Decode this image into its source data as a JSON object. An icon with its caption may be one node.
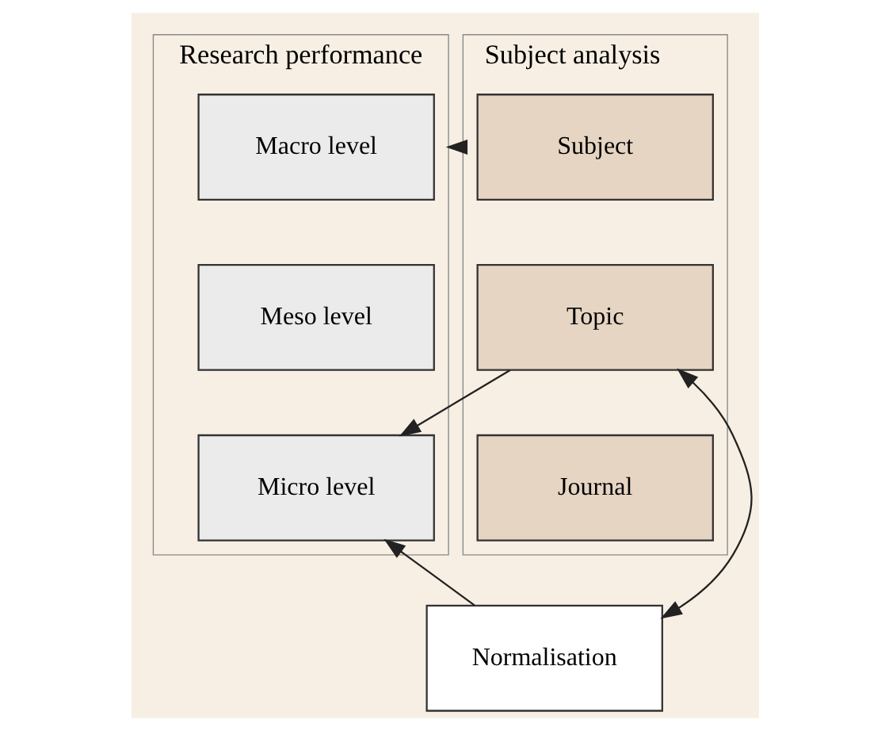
{
  "diagram": {
    "nodes": [
      {
        "text": [
          "Research performance"
        ]
      },
      {
        "text": [
          "Macro level"
        ],
        "in": 0
      },
      {
        "text": [
          "Meso level"
        ],
        "in": 0
      },
      {
        "text": [
          "Micro level"
        ],
        "in": 0
      },
      {
        "text": [
          "Subject analysis"
        ]
      },
      {
        "text": [
          "Subject"
        ],
        "in": 4
      },
      {
        "text": [
          "Topic"
        ],
        "in": 4
      },
      {
        "text": [
          "Journal"
        ],
        "in": 4
      },
      {
        "text": [
          "Normalisation"
        ]
      }
    ],
    "edges": [
      {
        "from": 4,
        "to": 0,
        "arrow": "to"
      },
      {
        "from": 6,
        "to": 3,
        "arrow": "to"
      },
      {
        "from": 8,
        "to": 3,
        "arrow": "to"
      },
      {
        "from": 8,
        "to": 6,
        "arrow": "both"
      }
    ]
  }
}
